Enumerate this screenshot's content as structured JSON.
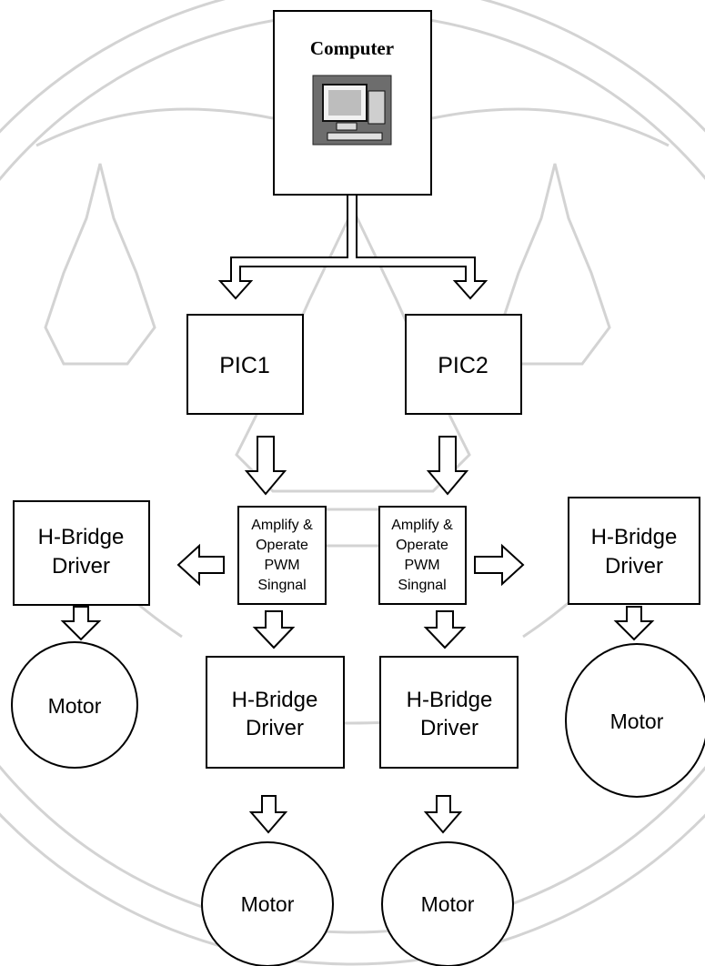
{
  "computer": {
    "label": "Computer"
  },
  "pic1": {
    "label": "PIC1"
  },
  "pic2": {
    "label": "PIC2"
  },
  "amp_left": {
    "lines": [
      "Amplify &",
      "Operate",
      "PWM",
      "Singnal"
    ]
  },
  "amp_right": {
    "lines": [
      "Amplify &",
      "Operate",
      "PWM",
      "Singnal"
    ]
  },
  "hbridge": {
    "lines": [
      "H-Bridge",
      "Driver"
    ]
  },
  "motor": {
    "label": "Motor"
  },
  "colors": {
    "line": "#000000",
    "fill": "#ffffff",
    "watermark": "#c9c9c9"
  }
}
